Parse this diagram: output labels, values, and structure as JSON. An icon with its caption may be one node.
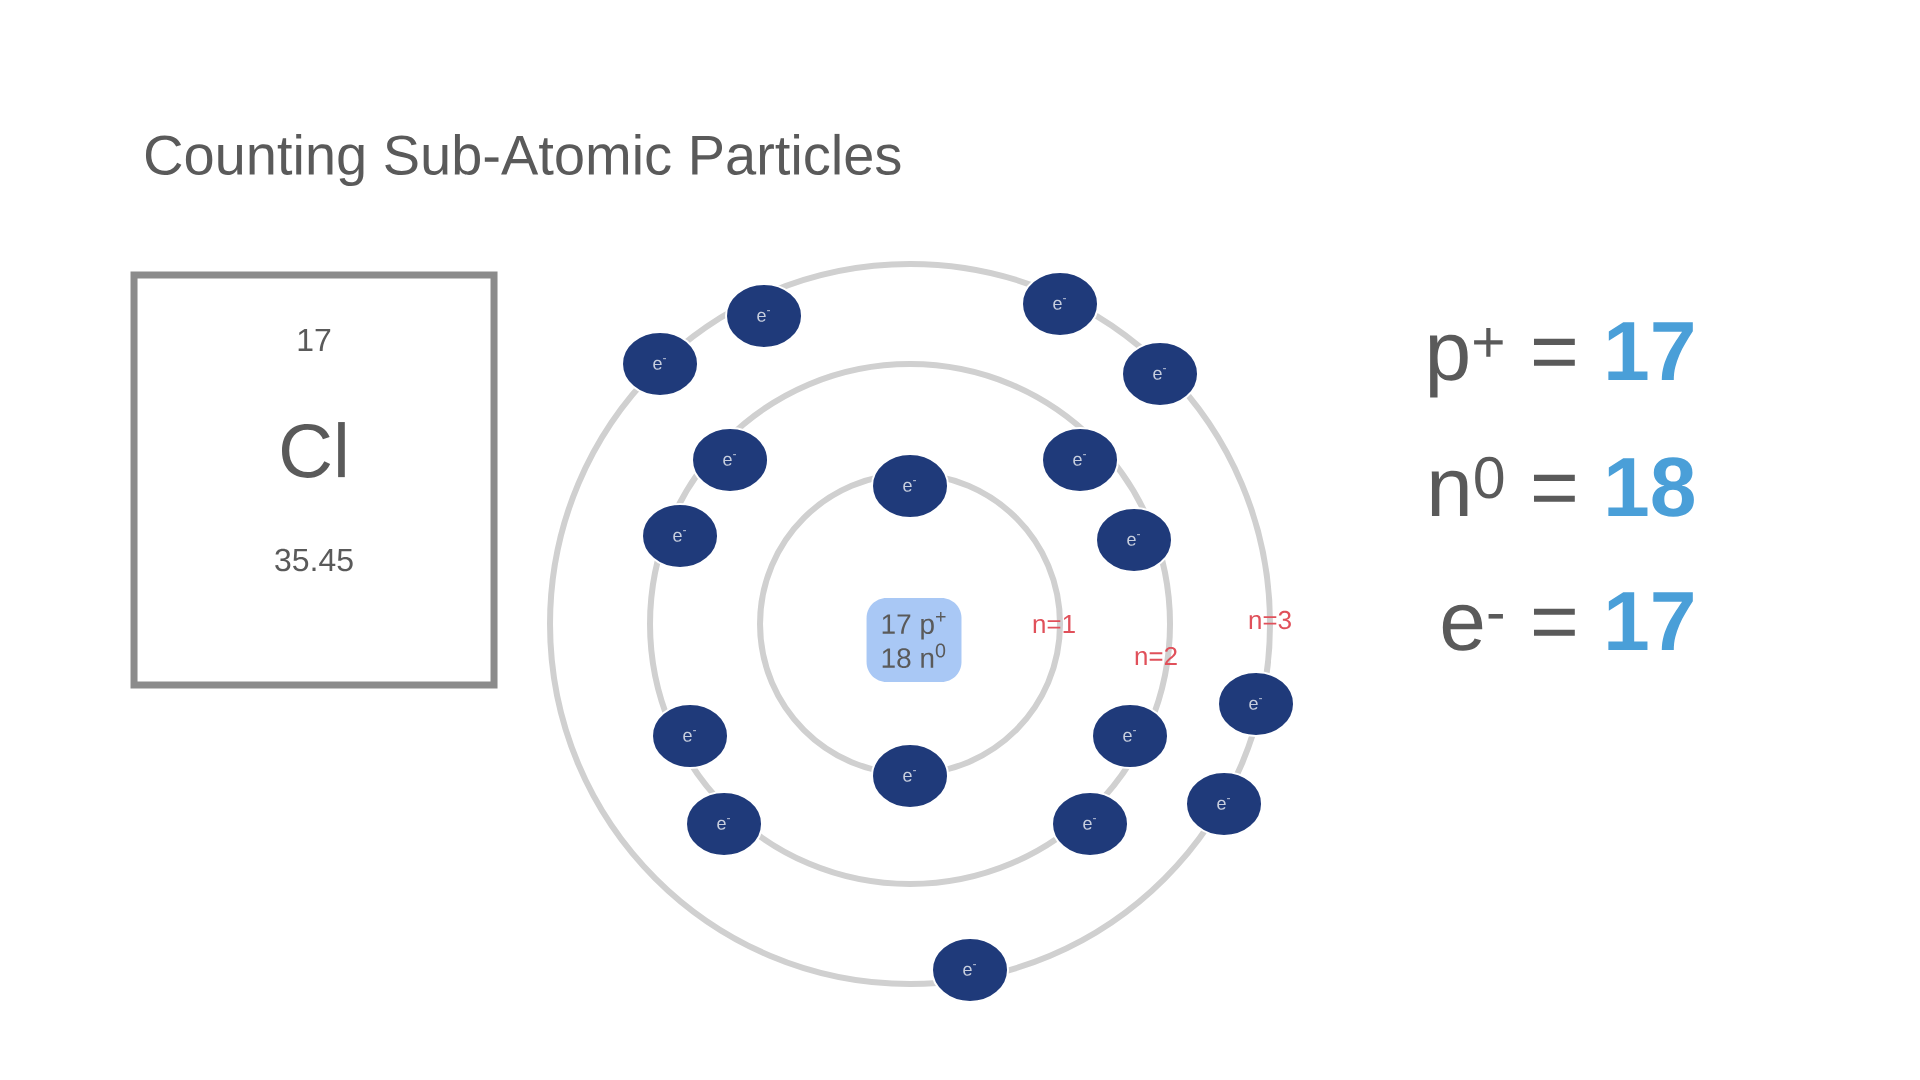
{
  "diagram": {
    "title": "Counting Sub-Atomic Particles",
    "nodes": [
      {
        "text": [
          "17",
          "Cl",
          "35.45"
        ]
      },
      {
        "text": [
          "17 p$^{+}$",
          "18 n$^{0}$"
        ]
      },
      {
        "text": [
          "e$^{-}$"
        ]
      },
      {
        "text": [
          "e$^{-}$"
        ]
      },
      {
        "text": [
          "e$^{-}$"
        ]
      },
      {
        "text": [
          "e$^{-}$"
        ]
      },
      {
        "text": [
          "e$^{-}$"
        ]
      },
      {
        "text": [
          "e$^{-}$"
        ]
      },
      {
        "text": [
          "e$^{-}$"
        ]
      },
      {
        "text": [
          "e$^{-}$"
        ]
      },
      {
        "text": [
          "e$^{-}$"
        ]
      },
      {
        "text": [
          "e$^{-}$"
        ]
      },
      {
        "text": [
          "e$^{-}$"
        ]
      },
      {
        "text": [
          "e$^{-}$"
        ]
      },
      {
        "text": [
          "e$^{-}$"
        ]
      },
      {
        "text": [
          "e$^{-}$"
        ]
      },
      {
        "text": [
          "e$^{-}$"
        ]
      },
      {
        "text": [
          "e$^{-}$"
        ]
      },
      {
        "text": [
          "e$^{-}$"
        ]
      }
    ],
    "labels": [
      "n=1",
      "n=2",
      "n=3",
      "p$^{+}$ =",
      "17",
      "n$^{0}$ =",
      "18",
      "e$^{-}$ =",
      "17"
    ]
  }
}
